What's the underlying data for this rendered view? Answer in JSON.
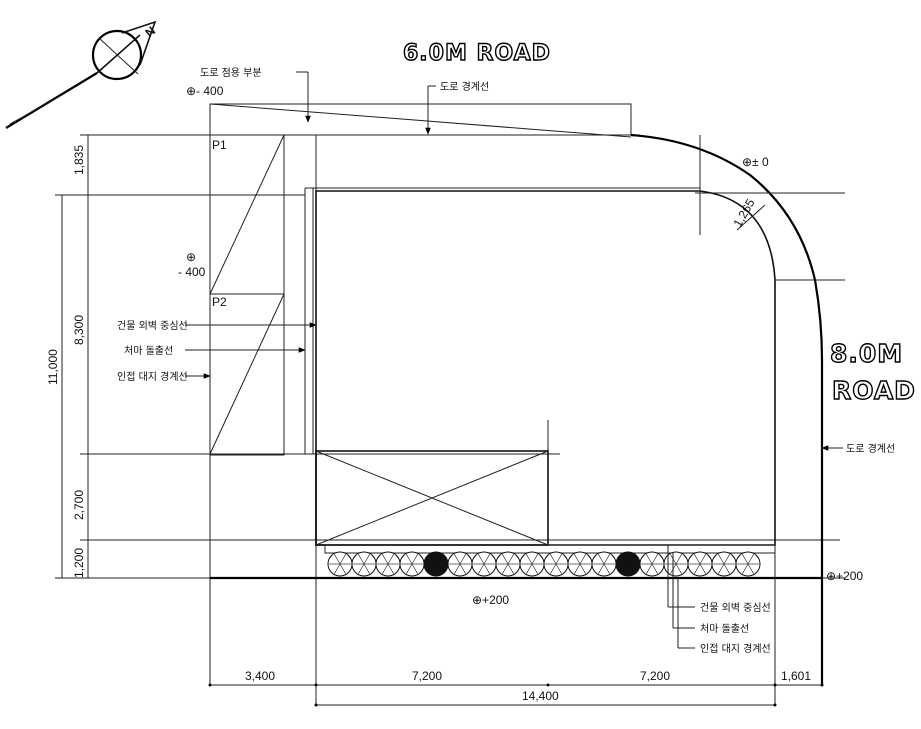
{
  "roads": {
    "top": "6.0M ROAD",
    "right_line1": "8.0M",
    "right_line2": "ROAD"
  },
  "compass": {
    "north_letter": "N"
  },
  "notes": {
    "road_occupied_part": "도로 점용 부분",
    "road_boundary_top": "도로 경계선",
    "road_boundary_right": "도로 경계선",
    "left": {
      "building_wall_center": "건물 외벽 중심선",
      "eave_projection": "처마 돌출선",
      "adjacent_boundary": "인접 대지 경계선"
    },
    "bottom": {
      "building_wall_center": "건물 외벽 중심선",
      "eave_projection": "처마 돌출선",
      "adjacent_boundary": "인접 대지 경계선"
    }
  },
  "levels": {
    "top_left": "⊕- 400",
    "left_mid_symbol": "⊕",
    "left_mid_value": "- 400",
    "corner": "⊕± 0",
    "bottom_right": "⊕+200",
    "bottom_mid": "⊕+200"
  },
  "parking": {
    "p1": "P1",
    "p2": "P2"
  },
  "dimensions": {
    "left": [
      "1,835",
      "8,300",
      "11,000",
      "2,700",
      "1,200"
    ],
    "corner_radius": "1,265",
    "bottom_row1": [
      "3,400",
      "7,200",
      "7,200",
      "1,601"
    ],
    "bottom_total": "14,400"
  }
}
